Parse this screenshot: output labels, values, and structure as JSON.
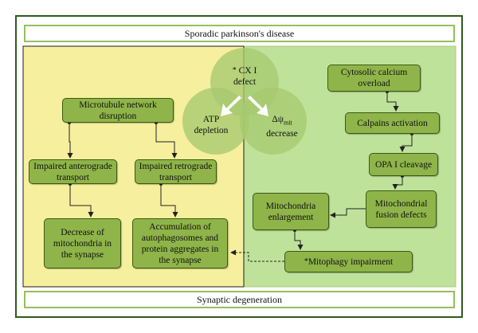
{
  "top_banner": "Sporadic parkinson's disease",
  "bottom_banner": "Synaptic degeneration",
  "venn": {
    "cxi_star": "*",
    "cxi_line1": "CX I",
    "cxi_line2": "defect",
    "atp_line1": "ATP",
    "atp_line2": "depletion",
    "psi_delta": "Δψ",
    "psi_sub": "mit",
    "psi_line2": "decrease"
  },
  "left_panel": {
    "microtubule": "Microtubule network disruption",
    "anterograde": "Impaired anterograde transport",
    "retrograde": "Impaired retrograde transport",
    "decrease_mito": "Decrease of mitochondria in the synapse",
    "accumulation": "Accumulation of autophagosomes and protein aggregates in the synapse"
  },
  "right_panel": {
    "calcium": "Cytosolic calcium overload",
    "calpains": "Calpains activation",
    "opa": "OPA I cleavage",
    "fusion": "Mitochondrial fusion defects",
    "enlargement": "Mitochondria enlargement",
    "mitophagy_star": "*",
    "mitophagy": "Mitophagy  impairment"
  },
  "colors": {
    "left_panel_fill": "#f6ef9d",
    "right_panel_fill": "#bfe29a",
    "node_fill": "#8fb449",
    "node_border": "#3a5a12",
    "circle_fill": "#a7c96f",
    "banner_border": "#96be5c",
    "outer_frame": "#2f5a1a"
  }
}
